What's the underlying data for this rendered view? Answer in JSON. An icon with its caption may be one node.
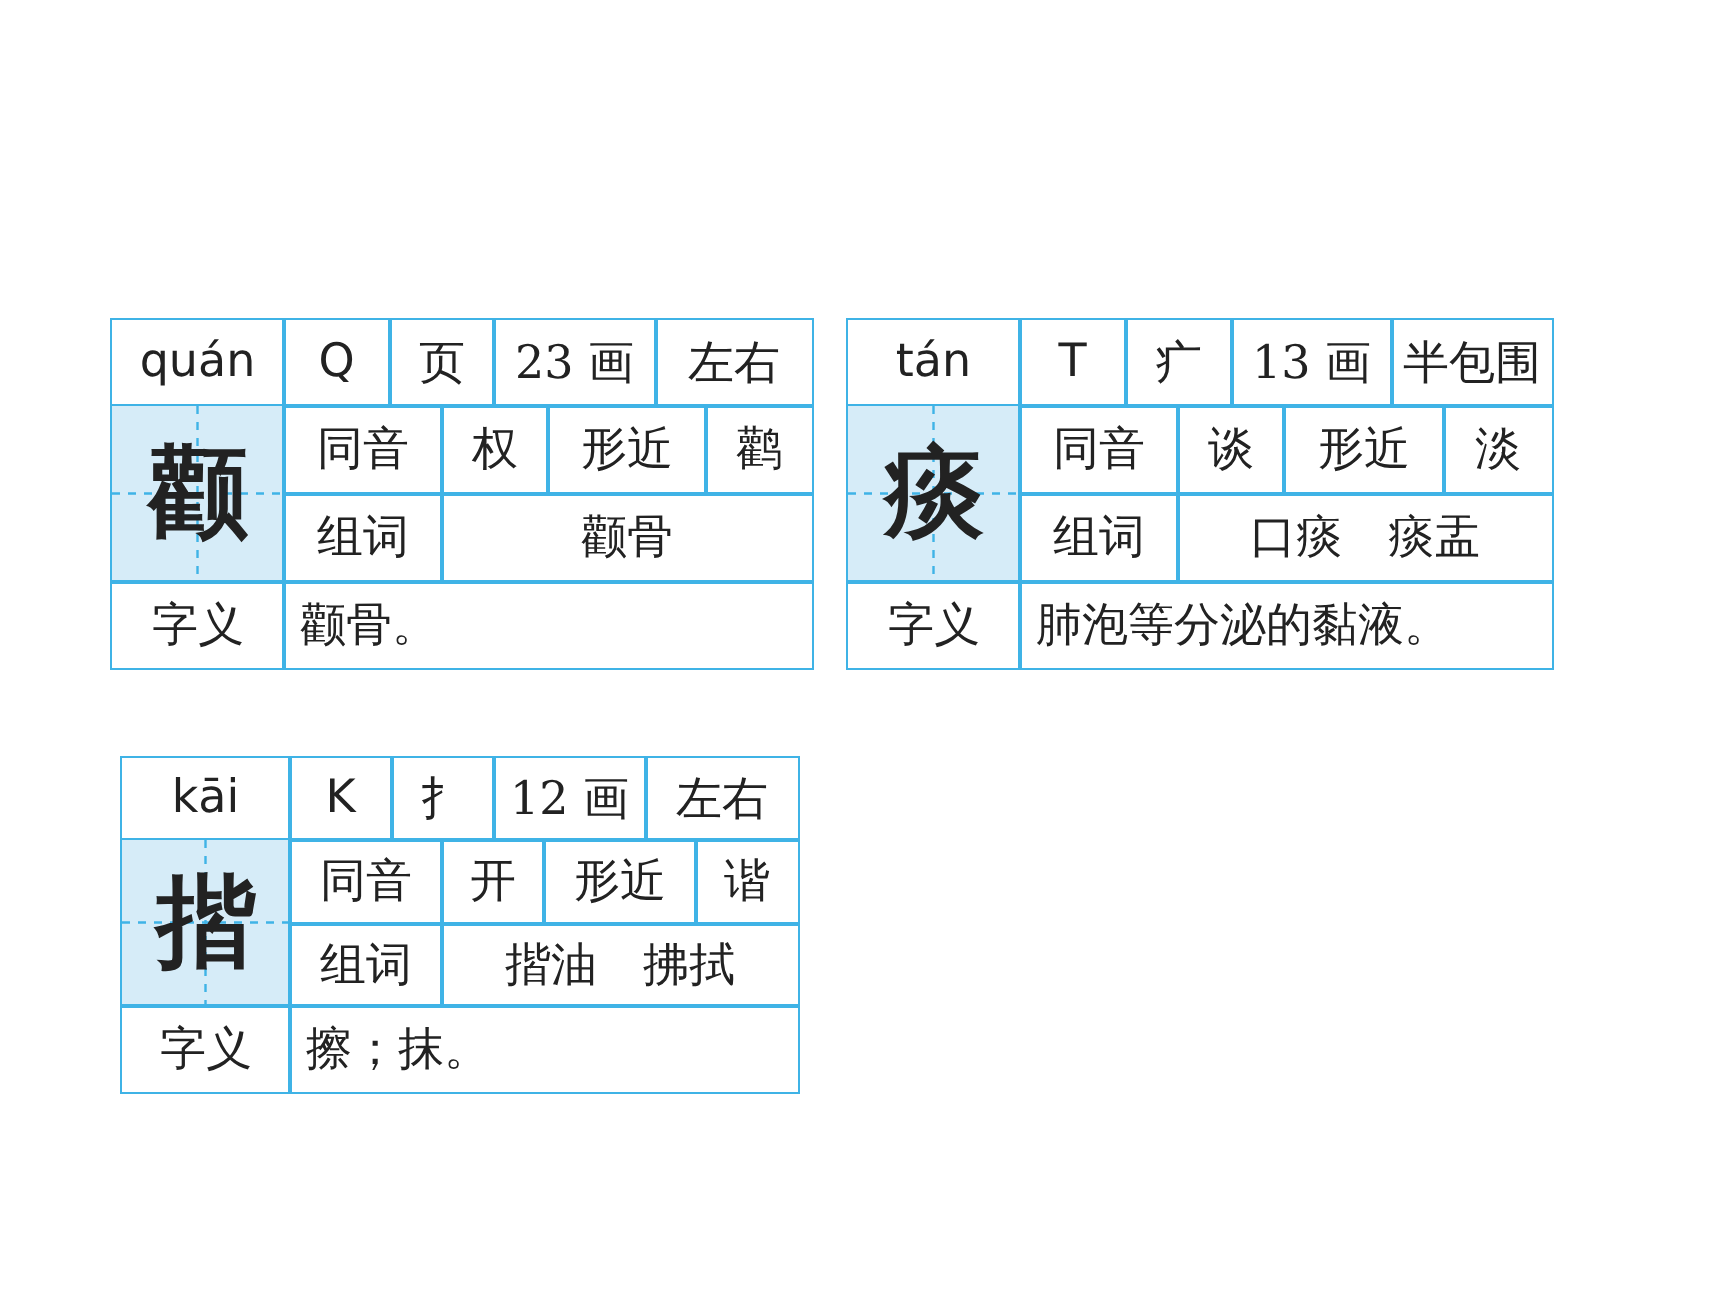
{
  "diagram": {
    "labels": [
      "quán",
      "Q",
      "页",
      "23 画",
      "左右",
      "颧",
      "同音",
      "权",
      "形近",
      "鹳",
      "组词",
      "颧骨",
      "字义",
      "颧骨。",
      "tán",
      "T",
      "疒",
      "13 画",
      "半包围",
      "痰",
      "同音",
      "谈",
      "形近",
      "淡",
      "组词",
      "口痰　痰盂",
      "字义",
      "肺泡等分泌的黏液。",
      "kāi",
      "K",
      "扌",
      "12 画",
      "左右",
      "揩",
      "同音",
      "开",
      "形近",
      "谐",
      "组词",
      "揩油　拂拭",
      "字义",
      "擦；抹。"
    ]
  }
}
